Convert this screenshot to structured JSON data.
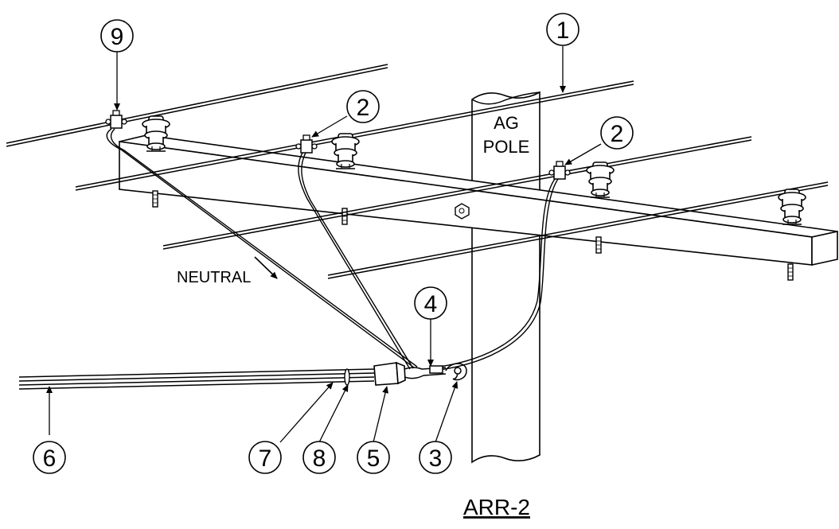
{
  "diagram": {
    "title": "ARR-2",
    "pole_label_line1": "AG",
    "pole_label_line2": "POLE",
    "neutral_label": "NEUTRAL",
    "callouts": {
      "c1": "1",
      "c2a": "2",
      "c2b": "2",
      "c3": "3",
      "c4": "4",
      "c5": "5",
      "c6": "6",
      "c7": "7",
      "c8": "8",
      "c9": "9"
    }
  }
}
